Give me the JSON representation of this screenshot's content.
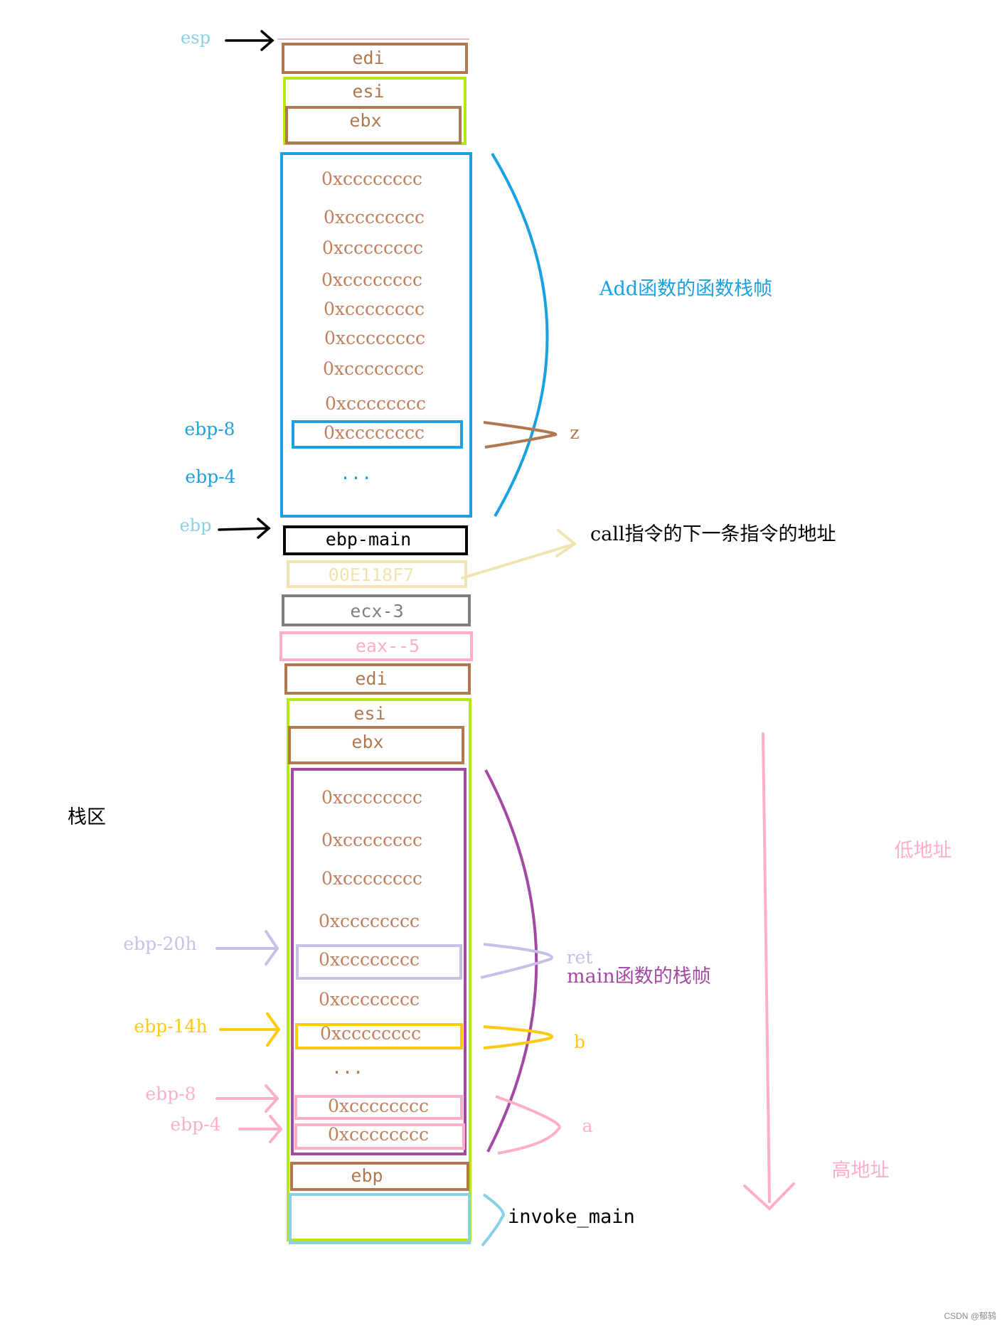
{
  "colors": {
    "brown": "#b07850",
    "cell_text": "#c08060",
    "blue": "#1ba1e2",
    "light_blue": "#88d0e8",
    "green": "#b5e61d",
    "black": "#000000",
    "beige": "#efe4b0",
    "gray": "#7f7f7f",
    "pink": "#ffaec9",
    "purple": "#a349a4",
    "lavender": "#c8bfe7",
    "yellow": "#ffc90e"
  },
  "labels": {
    "esp": "esp",
    "ebp": "ebp",
    "add_ebp_8": "ebp-8",
    "add_ebp_4": "ebp-4",
    "main_ebp_20h": "ebp-20h",
    "main_ebp_14h": "ebp-14h",
    "main_ebp_8": "ebp-8",
    "main_ebp_4": "ebp-4",
    "stack_area": "栈区",
    "low_address": "低地址",
    "high_address": "高地址"
  },
  "add_frame": {
    "edi": "edi",
    "esi": "esi",
    "ebx": "ebx",
    "cells": [
      "0xcccccccc",
      "0xcccccccc",
      "0xcccccccc",
      "0xcccccccc",
      "0xcccccccc",
      "0xcccccccc",
      "0xcccccccc",
      "0xcccccccc",
      "0xcccccccc"
    ],
    "ellipsis": "...",
    "title": "Add函数的函数栈帧",
    "z_label": "z"
  },
  "call_area": {
    "ebp_main": "ebp-main",
    "return_addr": "00E118F7",
    "return_addr_note": "call指令的下一条指令的地址",
    "ecx": "ecx-3",
    "eax": "eax--5"
  },
  "main_frame": {
    "edi": "edi",
    "esi": "esi",
    "ebx": "ebx",
    "cells": [
      "0xcccccccc",
      "0xcccccccc",
      "0xcccccccc",
      "0xcccccccc",
      "0xcccccccc",
      "0xcccccccc",
      "0xcccccccc",
      "0xcccccccc",
      "0xcccccccc"
    ],
    "ellipsis": "...",
    "ret_label": "ret",
    "title": "main函数的栈帧",
    "b_label": "b",
    "a_label": "a",
    "ebp_cell": "ebp",
    "invoke_main": "invoke_main"
  },
  "watermark": "CSDN @郁鸫"
}
